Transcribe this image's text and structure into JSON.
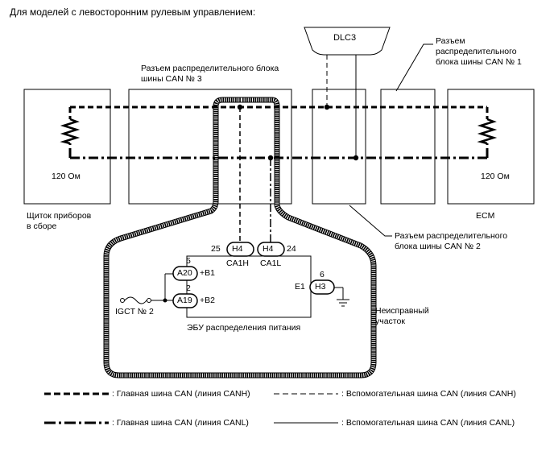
{
  "heading": "Для моделей с левосторонним рулевым управлением:",
  "components": {
    "dlc3": "DLC3",
    "junction_1": [
      "Разъем",
      "распределительного",
      "блока шины CAN № 1"
    ],
    "junction_3": [
      "Разъем распределительного блока",
      "шины CAN № 3"
    ],
    "junction_2": [
      "Разъем распределительного",
      "блока шины CAN № 2"
    ],
    "meter": [
      "Щиток приборов",
      "в сборе"
    ],
    "ecm": "ECM",
    "resistor_left": "120 Ом",
    "resistor_right": "120 Ом",
    "ecu_name": "ЭБУ распределения питания",
    "fault_area": [
      "Неисправный",
      "участок"
    ],
    "igct": "IGCT № 2"
  },
  "connectors": {
    "h4_canh": {
      "code": "H4",
      "pin": "25",
      "signal": "CA1H"
    },
    "h4_canl": {
      "code": "H4",
      "pin": "24",
      "signal": "CA1L"
    },
    "a20": {
      "code": "A20",
      "pin": "5",
      "signal": "+B1"
    },
    "a19": {
      "code": "A19",
      "pin": "2",
      "signal": "+B2"
    },
    "h3": {
      "code": "H3",
      "pin": "6",
      "signal": "E1"
    }
  },
  "legend": {
    "main_canh": ": Главная шина CAN (линия CANH)",
    "main_canl": ": Главная шина CAN (линия CANL)",
    "sub_canh": ": Вспомогательная шина CAN (линия CANH)",
    "sub_canl": ": Вспомогательная шина CAN (линия CANL)"
  }
}
